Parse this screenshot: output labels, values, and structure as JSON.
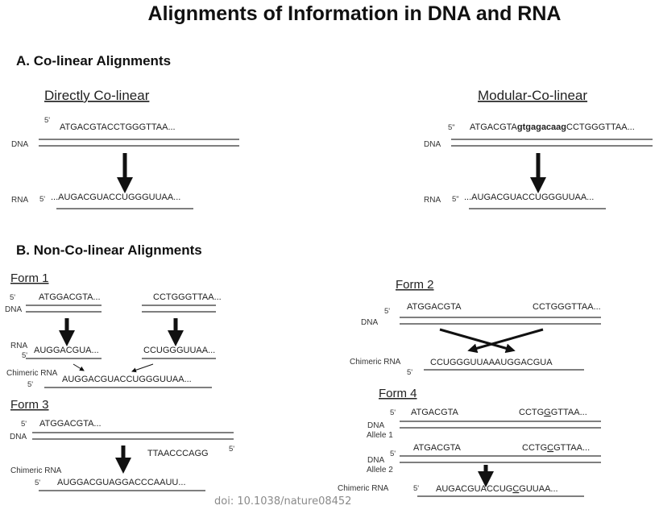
{
  "title": "Alignments of Information in DNA and RNA",
  "sectionA": {
    "heading": "A. Co-linear Alignments",
    "direct": {
      "label": "Directly Co-linear",
      "prime": "5'",
      "dna_label": "DNA",
      "dna_seq": "ATGACGTACCTGGGTTAA...",
      "rna_label": "RNA",
      "rna_prime": "5'",
      "rna_seq": "...AUGACGUACCUGGGUUAA..."
    },
    "modular": {
      "label": "Modular-Co-linear",
      "prime": "5\"",
      "dna_label": "DNA",
      "dna_seq_part1": "ATGACGTA",
      "dna_seq_intron": "gtgagacaag",
      "dna_seq_part2": "CCTGGGTTAA...",
      "rna_label": "RNA",
      "rna_prime": "5\"",
      "rna_seq": "...AUGACGUACCUGGGUUAA..."
    }
  },
  "sectionB": {
    "heading": "B. Non-Co-linear Alignments",
    "form1": {
      "label": "Form 1",
      "prime": "5'",
      "dna_label": "DNA",
      "dna_seq_left": "ATGGACGTA...",
      "dna_seq_right": "CCTGGGTTAA...",
      "rna_label": "RNA",
      "rna_prime": "5'",
      "rna_seq_left": "AUGGACGUA...",
      "rna_seq_right": "CCUGGGUUAA...",
      "chimeric_label": "Chimeric RNA",
      "chimeric_prime": "5'",
      "chimeric_seq": "AUGGACGUACCUGGGUUAA..."
    },
    "form2": {
      "label": "Form 2",
      "prime": "5'",
      "dna_label": "DNA",
      "dna_seq_left": "ATGGACGTA",
      "dna_seq_right": "CCTGGGTTAA...",
      "chimeric_label": "Chimeric RNA",
      "chimeric_prime": "5'",
      "chimeric_seq": "CCUGGGUUAAAUGGACGUA"
    },
    "form3": {
      "label": "Form 3",
      "prime": "5'",
      "dna_label": "DNA",
      "dna_seq": "ATGGACGTA...",
      "antisense_prime": "5'",
      "antisense_seq": "TTAACCCAGG",
      "chimeric_label": "Chimeric RNA",
      "chimeric_prime": "5'",
      "chimeric_seq": "AUGGACGUAGGACCCAAUU..."
    },
    "form4": {
      "label": "Form 4",
      "allele1": {
        "prime": "5'",
        "dna_label": "DNA",
        "allele_label": "Allele 1",
        "seq_left": "ATGACGTA",
        "seq_right_pre": "CCTG",
        "seq_right_var": "G",
        "seq_right_post": "GTTAA..."
      },
      "allele2": {
        "prime": "5'",
        "dna_label": "DNA",
        "allele_label": "Allele 2",
        "seq_left": "ATGACGTA",
        "seq_right_pre": "CCTG",
        "seq_right_var": "C",
        "seq_right_post": "GTTAA..."
      },
      "chimeric_label": "Chimeric RNA",
      "chimeric_prime": "5'",
      "chimeric_seq_pre": "AUGACGUACCUG",
      "chimeric_seq_var": "C",
      "chimeric_seq_post": "GUUAA..."
    }
  },
  "footer": {
    "doi": "doi: 10.1038/nature08452"
  }
}
